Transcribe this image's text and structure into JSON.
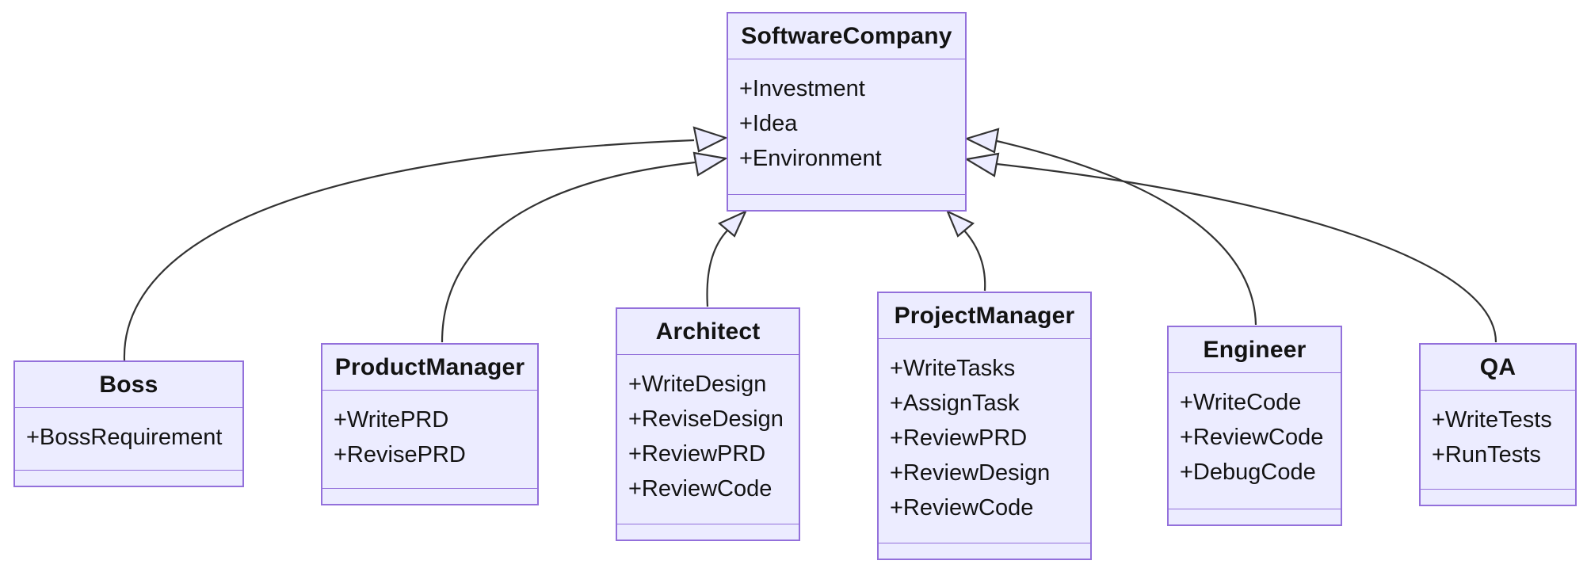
{
  "diagram": {
    "type": "uml-class-diagram",
    "colors": {
      "node_fill": "#ECECFF",
      "node_border": "#9370DB",
      "edge_stroke": "#333333",
      "text": "#131313",
      "background": "#ffffff"
    },
    "classes": [
      {
        "name": "SoftwareCompany",
        "attributes": [
          "+Investment",
          "+Idea",
          "+Environment"
        ],
        "methods": []
      },
      {
        "name": "Boss",
        "attributes": [
          "+BossRequirement"
        ],
        "methods": []
      },
      {
        "name": "ProductManager",
        "attributes": [
          "+WritePRD",
          "+RevisePRD"
        ],
        "methods": []
      },
      {
        "name": "Architect",
        "attributes": [
          "+WriteDesign",
          "+ReviseDesign",
          "+ReviewPRD",
          "+ReviewCode"
        ],
        "methods": []
      },
      {
        "name": "ProjectManager",
        "attributes": [
          "+WriteTasks",
          "+AssignTask",
          "+ReviewPRD",
          "+ReviewDesign",
          "+ReviewCode"
        ],
        "methods": []
      },
      {
        "name": "Engineer",
        "attributes": [
          "+WriteCode",
          "+ReviewCode",
          "+DebugCode"
        ],
        "methods": []
      },
      {
        "name": "QA",
        "attributes": [
          "+WriteTests",
          "+RunTests"
        ],
        "methods": []
      }
    ],
    "relations": [
      {
        "from": "Boss",
        "to": "SoftwareCompany",
        "type": "inheritance"
      },
      {
        "from": "ProductManager",
        "to": "SoftwareCompany",
        "type": "inheritance"
      },
      {
        "from": "Architect",
        "to": "SoftwareCompany",
        "type": "inheritance"
      },
      {
        "from": "ProjectManager",
        "to": "SoftwareCompany",
        "type": "inheritance"
      },
      {
        "from": "Engineer",
        "to": "SoftwareCompany",
        "type": "inheritance"
      },
      {
        "from": "QA",
        "to": "SoftwareCompany",
        "type": "inheritance"
      }
    ]
  }
}
